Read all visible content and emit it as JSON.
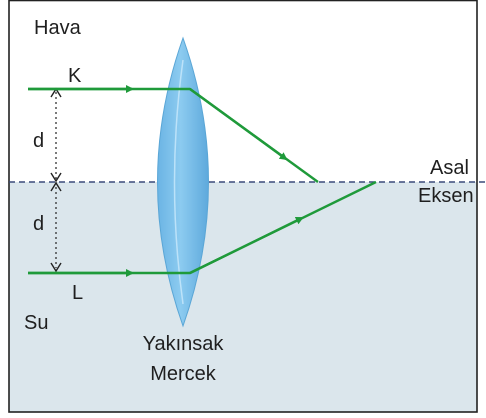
{
  "labels": {
    "air": "Hava",
    "water": "Su",
    "ray_top": "K",
    "ray_bottom": "L",
    "distance_top": "d",
    "distance_bottom": "d",
    "axis_line1": "Asal",
    "axis_line2": "Eksen",
    "lens_line1": "Yakınsak",
    "lens_line2": "Mercek"
  },
  "colors": {
    "water": "#dbe6ec",
    "border": "#222222",
    "axis": "#3a4a7a",
    "ray": "#1f9a3a",
    "lens_fill": "#7ec0e8",
    "lens_edge": "#5aa6d6"
  }
}
